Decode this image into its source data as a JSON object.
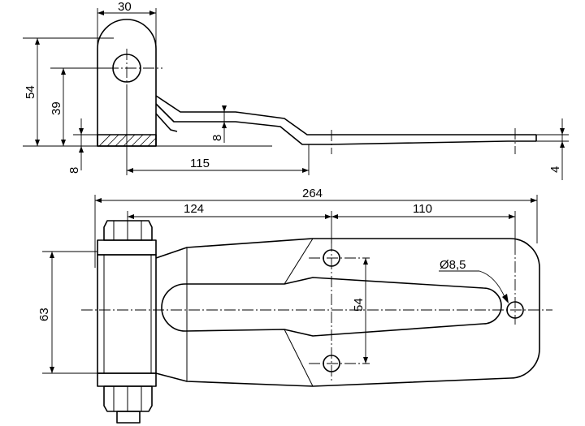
{
  "drawing": {
    "top_view": {
      "dims": {
        "width_30": "30",
        "height_54": "54",
        "height_39": "39",
        "thick_8_left": "8",
        "thick_8_mid": "8",
        "length_115": "115",
        "tip_4": "4"
      }
    },
    "plan_view": {
      "dims": {
        "overall_264": "264",
        "pitch_124": "124",
        "pitch_110": "110",
        "height_63": "63",
        "hole_spacing_54": "54",
        "hole_dia": "Ø8,5"
      }
    }
  }
}
